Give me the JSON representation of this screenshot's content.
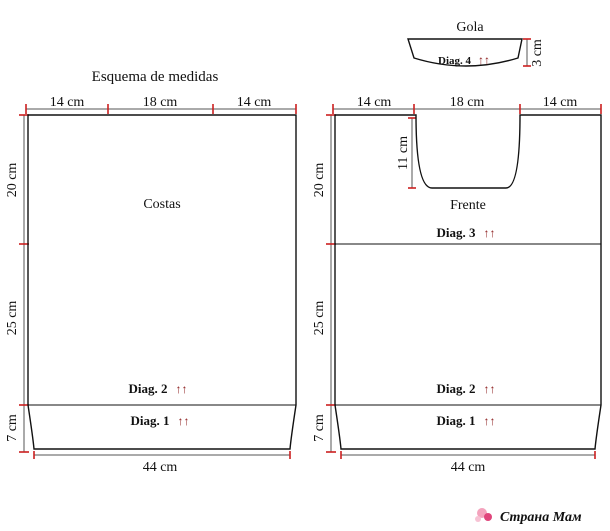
{
  "title": "Esquema de medidas",
  "colors": {
    "arrow": "#8b1a1a",
    "tick": "#cc1f1f",
    "watermark": "#e0457b"
  },
  "back": {
    "name": "Costas",
    "top_left": "14 cm",
    "top_mid": "18 cm",
    "top_right": "14 cm",
    "side_top": "20 cm",
    "side_mid": "25 cm",
    "side_bottom": "7 cm",
    "bottom_width": "44 cm",
    "diag2": "Diag. 2",
    "diag1": "Diag. 1",
    "arrows": "↑↑"
  },
  "front": {
    "name": "Frente",
    "top_left": "14 cm",
    "top_mid": "18 cm",
    "top_right": "14 cm",
    "neck_depth": "11 cm",
    "side_top": "20 cm",
    "side_mid": "25 cm",
    "side_bottom": "7 cm",
    "bottom_width": "44 cm",
    "diag3": "Diag. 3",
    "diag2": "Diag. 2",
    "diag1": "Diag. 1",
    "arrows": "↑↑"
  },
  "collar": {
    "name": "Gola",
    "height": "3 cm",
    "diag4": "Diag. 4",
    "arrows": "↑↑"
  },
  "watermark": "Страна Мам"
}
